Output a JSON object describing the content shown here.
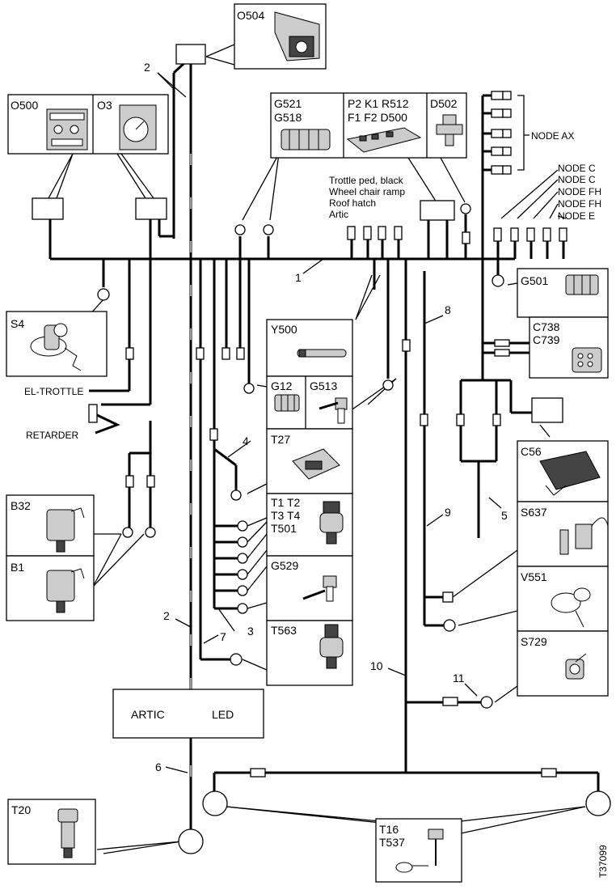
{
  "components": {
    "o504": "O504",
    "o500": "O500",
    "o3": "O3",
    "g521": "G521",
    "g518": "G518",
    "p2k1r512": "P2 K1 R512",
    "f1f2d500": "F1 F2 D500",
    "d502": "D502",
    "s4": "S4",
    "y500": "Y500",
    "g12": "G12",
    "g513": "G513",
    "t27": "T27",
    "t1t2": "T1 T2",
    "t3t4": "T3 T4",
    "t501": "T501",
    "g529": "G529",
    "t563": "T563",
    "b32": "B32",
    "b1": "B1",
    "g501": "G501",
    "c738": "C738",
    "c739": "C739",
    "c56": "C56",
    "s637": "S637",
    "v551": "V551",
    "s729": "S729",
    "t20": "T20",
    "t16": "T16",
    "t537": "T537"
  },
  "labels": {
    "node_ax": "NODE AX",
    "node_c1": "NODE C",
    "node_c2": "NODE C",
    "node_fh1": "NODE FH",
    "node_fh2": "NODE FH",
    "node_e": "NODE E",
    "trottle": "Trottle ped, black",
    "wheelchair": "Wheel chair ramp",
    "roof": "Roof hatch",
    "artic_small": "Artic",
    "el_trottle": "EL-TROTTLE",
    "retarder": "RETARDER",
    "artic": "ARTIC",
    "led": "LED",
    "figure_id": "T37099"
  },
  "wire_numbers": {
    "w1": "1",
    "w2a": "2",
    "w2b": "2",
    "w3": "3",
    "w4": "4",
    "w5": "5",
    "w6": "6",
    "w7": "7",
    "w8": "8",
    "w9": "9",
    "w10": "10",
    "w11": "11"
  }
}
